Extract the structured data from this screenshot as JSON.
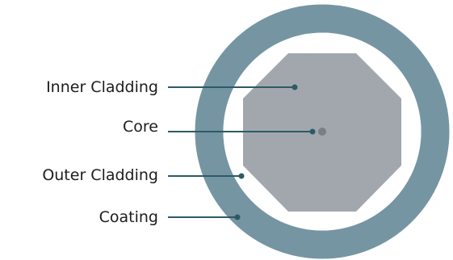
{
  "labels": {
    "inner_cladding": "Inner Cladding",
    "core": "Core",
    "outer_cladding": "Outer Cladding",
    "coating": "Coating"
  },
  "colors": {
    "coating_ring": "#7595a3",
    "outer_cladding": "#ffffff",
    "inner_cladding": "#a1a7ad",
    "core": "#7a7f85",
    "leader_line": "#2e5a66",
    "label_text": "#1c1c1c"
  }
}
